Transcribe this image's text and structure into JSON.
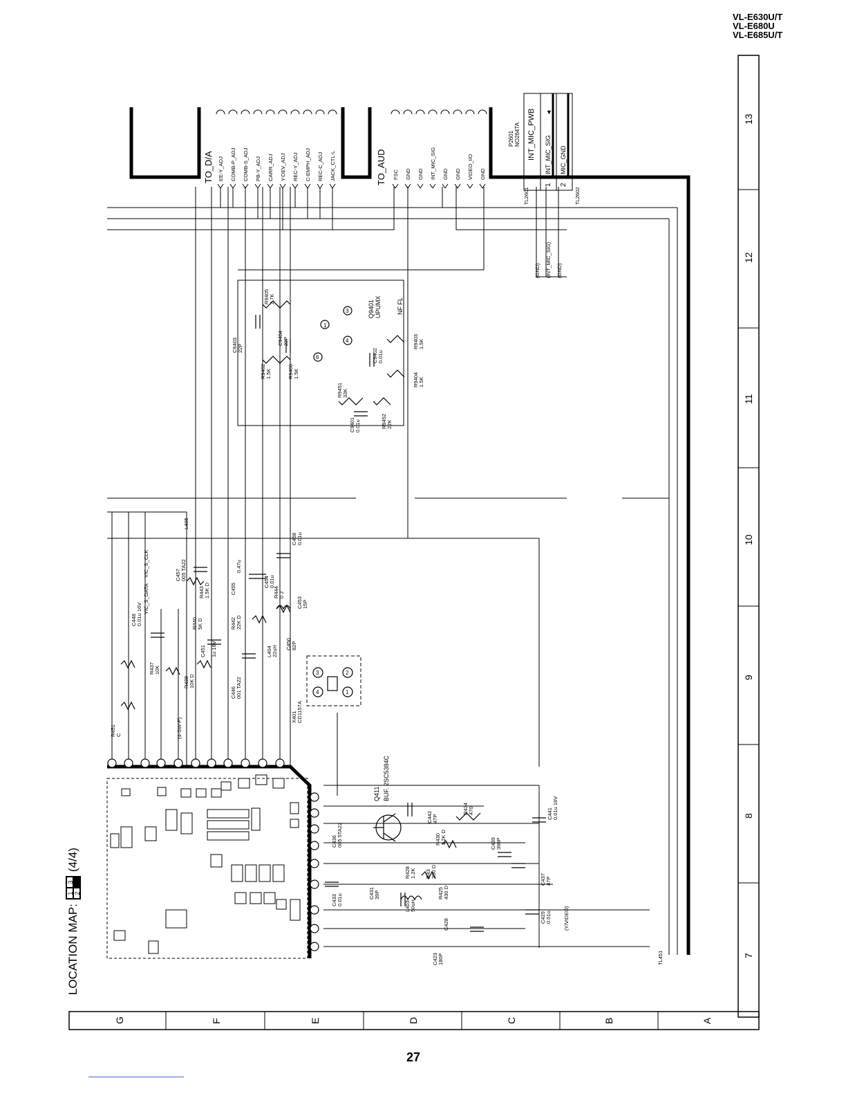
{
  "models": [
    "VL-E630U/T",
    "VL-E680U",
    "VL-E685U/T"
  ],
  "page_number": "27",
  "location_map": {
    "label": "LOCATION MAP:",
    "cells": [
      "1",
      "3",
      "2",
      ""
    ],
    "sheet": "(4/4)"
  },
  "grid": {
    "columns": [
      "7",
      "8",
      "9",
      "10",
      "11",
      "12",
      "13"
    ],
    "rows": [
      "G",
      "F",
      "E",
      "D",
      "C",
      "B",
      "A"
    ]
  },
  "connectors": {
    "to_da": {
      "title": "TO_D/A",
      "pins": [
        "EE-Y_ADJ",
        "COMB-P_ADJ",
        "COMB-S_ADJ",
        "PB-Y_ADJ",
        "CARR_ADJ",
        "Y-DEV_ADJ",
        "REC-Y_ADJ",
        "C-EMPH_ADJ",
        "REC-C_ADJ",
        "JACK_CTL-L"
      ]
    },
    "to_aud": {
      "title": "TO_AUD",
      "pins": [
        "FSC",
        "GND",
        "GND",
        "INT_MIC_SIG",
        "GND",
        "GND",
        "VIDEO_I/O",
        "GND"
      ]
    },
    "mic": {
      "ref": "P2601",
      "part": "NO264TA",
      "title": "INT_MIC_PWB",
      "pins": [
        {
          "num": "1",
          "name": "INT_MIC_SIG"
        },
        {
          "num": "2",
          "name": "MIC_GND"
        }
      ],
      "testpoints": [
        "TL2601",
        "TL2602"
      ]
    },
    "right_labels": [
      "(GND)",
      "(INT_MIC_SIG)",
      "(GND)"
    ]
  },
  "parts": [
    {
      "id": "r9405",
      "ref": "R9405",
      "value": "2.7K"
    },
    {
      "id": "r9402",
      "ref": "R9402",
      "value": "1.5K"
    },
    {
      "id": "r9406",
      "ref": "R9406",
      "value": "1.5K"
    },
    {
      "id": "c9403",
      "ref": "C9403",
      "value": "22P"
    },
    {
      "id": "c9404",
      "ref": "C9404",
      "value": "22P"
    },
    {
      "id": "c9402",
      "ref": "C9402",
      "value": "0.01u"
    },
    {
      "id": "r9403",
      "ref": "R9403",
      "value": "1.5K"
    },
    {
      "id": "r9404",
      "ref": "R9404",
      "value": "1.5K"
    },
    {
      "id": "r9451",
      "ref": "R9451",
      "value": "33K"
    },
    {
      "id": "c9401",
      "ref": "C9401",
      "value": "0.01u"
    },
    {
      "id": "r9452",
      "ref": "R9452",
      "value": "22K"
    },
    {
      "id": "q9401",
      "ref": "Q9401",
      "value": "UPUMX"
    },
    {
      "id": "l405",
      "ref": "L405",
      "value": ""
    },
    {
      "id": "c457",
      "ref": "C457",
      "value": "005 TA22"
    },
    {
      "id": "r443",
      "ref": "R443",
      "value": "1.5K D"
    },
    {
      "id": "c455",
      "ref": "C455",
      "value": "0.47u"
    },
    {
      "id": "c454",
      "ref": "C454",
      "value": "0.01u"
    },
    {
      "id": "c458",
      "ref": "C458",
      "value": "0.01u"
    },
    {
      "id": "r444",
      "ref": "R444",
      "value": "0 J"
    },
    {
      "id": "c453",
      "ref": "C453",
      "value": "15P"
    },
    {
      "id": "c448",
      "ref": "C448",
      "value": "0.01u 16V"
    },
    {
      "id": "r440",
      "ref": "R440",
      "value": "5K D"
    },
    {
      "id": "r442",
      "ref": "R442",
      "value": "22K D"
    },
    {
      "id": "c451",
      "ref": "C451",
      "value": "1u 16V"
    },
    {
      "id": "l404",
      "ref": "L404",
      "value": "22uH"
    },
    {
      "id": "c450",
      "ref": "C450",
      "value": "82P"
    },
    {
      "id": "r437",
      "ref": "R437",
      "value": "10K"
    },
    {
      "id": "r438",
      "ref": "R438",
      "value": "10K D"
    },
    {
      "id": "c446",
      "ref": "C446",
      "value": "001 TA22"
    },
    {
      "id": "x401",
      "ref": "X401",
      "value": "CD1157A"
    },
    {
      "id": "r451",
      "ref": "R451",
      "value": "C"
    },
    {
      "id": "q411",
      "ref": "Q411",
      "value": "BUF. 2SC5384C"
    },
    {
      "id": "c442",
      "ref": "C442",
      "value": "47P"
    },
    {
      "id": "r434",
      "ref": "R434",
      "value": "470"
    },
    {
      "id": "c441",
      "ref": "C441",
      "value": "0.01u 16V"
    },
    {
      "id": "c436",
      "ref": "C436",
      "value": "005 5TA22"
    },
    {
      "id": "r428",
      "ref": "R428",
      "value": "1.2K"
    },
    {
      "id": "r430",
      "ref": "R430",
      "value": "1.2K D"
    },
    {
      "id": "c439",
      "ref": "C439",
      "value": "390P"
    },
    {
      "id": "r431",
      "ref": "R43",
      "value": "200 D"
    },
    {
      "id": "c437",
      "ref": "C437",
      "value": "47P"
    },
    {
      "id": "c431",
      "ref": "C431",
      "value": "39P"
    },
    {
      "id": "l403",
      "ref": "L403",
      "value": "50uH"
    },
    {
      "id": "r425",
      "ref": "R425",
      "value": "430 D"
    },
    {
      "id": "c433",
      "ref": "C433",
      "value": "0.01u"
    },
    {
      "id": "c428",
      "ref": "C428",
      "value": ""
    },
    {
      "id": "c429",
      "ref": "C429",
      "value": "0.01u"
    },
    {
      "id": "c423",
      "ref": "C423",
      "value": "180P"
    },
    {
      "id": "tl451",
      "ref": "TL451",
      "value": ""
    }
  ],
  "net_labels": {
    "ys_data": "Y/C_S_DATA",
    "ys_clk": "Y/C_S_CLK",
    "sw_p": "(4-SW-P)",
    "ntsc_fl": "NF FL",
    "y_video": "(Y/VIDEO)"
  }
}
